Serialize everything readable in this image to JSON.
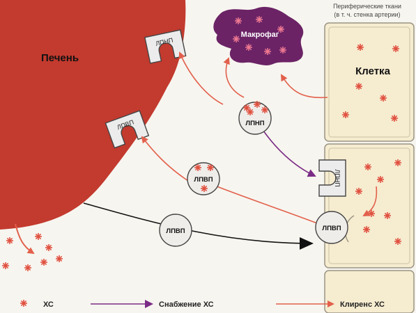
{
  "labels": {
    "liver": "Печень",
    "macrophage": "Макрофаг",
    "cell": "Клетка",
    "peripheral_line1": "Периферические ткани",
    "peripheral_line2": "(в т. ч. стенка артерии)"
  },
  "particles": {
    "ldl": "ЛПНП",
    "hdl": "ЛПВП"
  },
  "receptors": {
    "liver_ldl": "ЛПНП",
    "liver_hdl": "ЛПВП",
    "cell_ldl": "ЛПНП"
  },
  "legend": {
    "cholesterol": "ХС",
    "supply": "Снабжение ХС",
    "clearance": "Клиренс ХС"
  },
  "colors": {
    "liver": "#c33a2e",
    "macrophage": "#6b2366",
    "cell_fill": "#f6ecd0",
    "cell_border": "#9a9484",
    "particle_fill": "#efedea",
    "star": "#e0503f",
    "supply_arrow": "#7b2c86",
    "clearance_arrow": "#e2604c",
    "black_arrow": "#111111"
  }
}
